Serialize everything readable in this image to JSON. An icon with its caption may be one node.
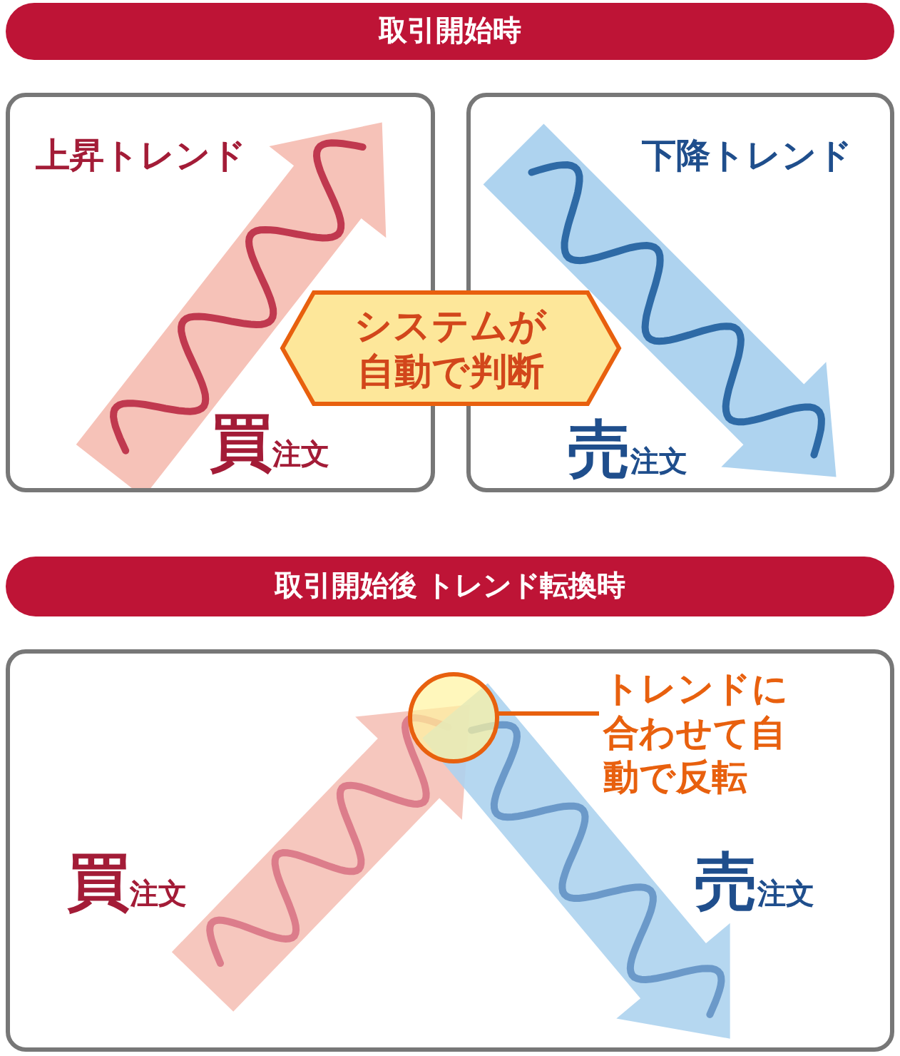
{
  "diagram": {
    "nodes": [
      {
        "text": [
          "取引開始時"
        ]
      },
      {
        "text": [
          "上昇トレンド",
          "買注文"
        ]
      },
      {
        "text": [
          "下降トレンド",
          "売注文"
        ]
      },
      {
        "text": [
          "システムが自動で判断"
        ]
      },
      {
        "text": [
          "取引開始後 トレンド転換時"
        ]
      },
      {
        "text": [
          "買注文",
          "売注文"
        ]
      },
      {
        "text": [],
        "shape": "circle",
        "in": 5
      },
      {
        "text": [
          "トレンドに合わせて自動で反転"
        ],
        "in": 5
      }
    ],
    "edges": [
      {
        "from": 7,
        "to": 6,
        "arrow": "none",
        "color": "#e8600e"
      }
    ]
  }
}
